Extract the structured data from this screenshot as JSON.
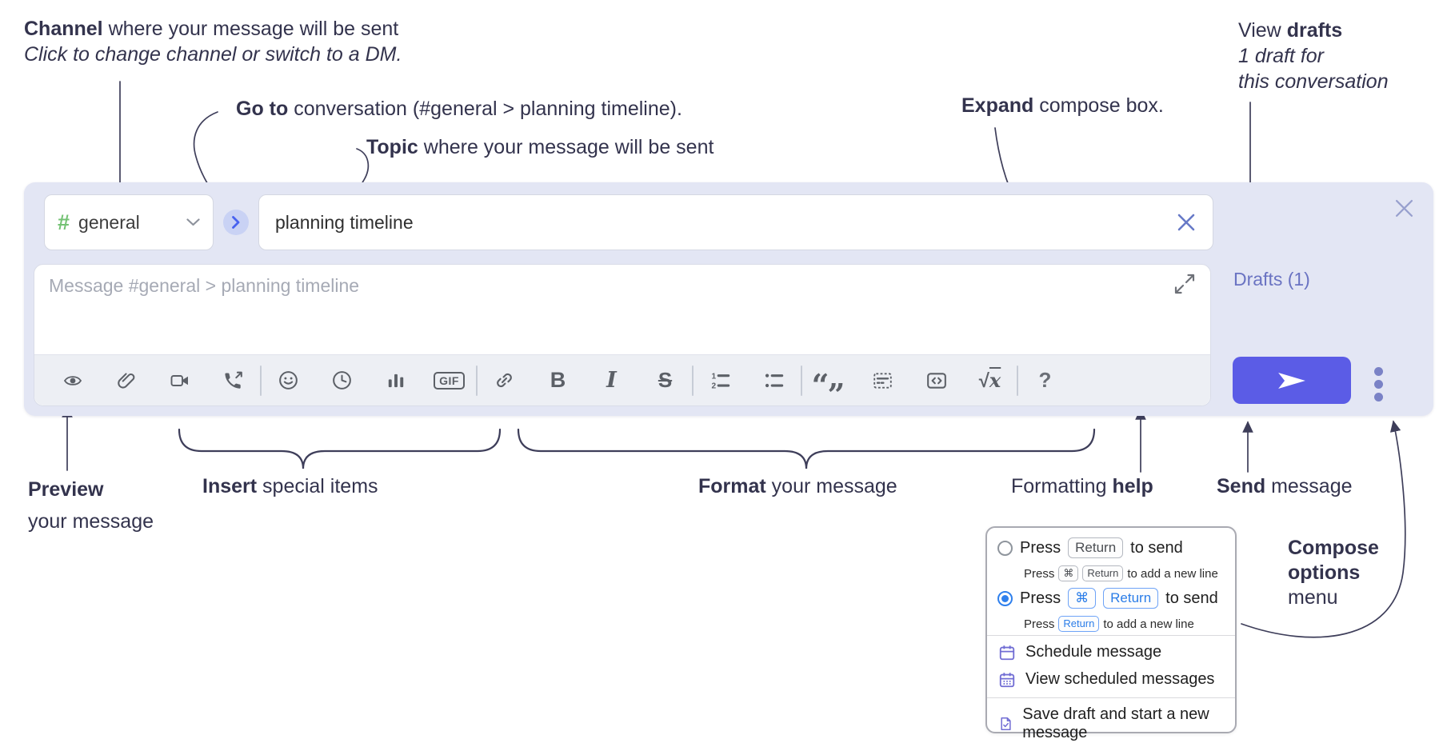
{
  "annotations": {
    "channel": {
      "bold": "Channel",
      "rest": " where your message will be sent",
      "italic": "Click to change channel or switch to a DM."
    },
    "goto": {
      "bold": "Go to",
      "rest": " conversation (#general > planning timeline)."
    },
    "topic": {
      "bold": "Topic",
      "rest": " where your message will be sent"
    },
    "expand": {
      "bold": "Expand",
      "rest": " compose box."
    },
    "drafts": {
      "line1_pre": "View ",
      "line1_bold": "drafts",
      "line2": "1 draft for",
      "line3": "this conversation"
    },
    "preview": {
      "bold": "Preview",
      "line2": "your message"
    },
    "insert": {
      "bold": "Insert",
      "rest": " special items"
    },
    "format": {
      "bold": "Format",
      "rest": " your message"
    },
    "formatting_help": {
      "pre": "Formatting ",
      "bold": "help"
    },
    "send": {
      "bold": "Send",
      "rest": " message"
    },
    "compose_options": {
      "line1": "Compose",
      "line2": "options",
      "line3": "menu"
    }
  },
  "compose": {
    "channel_selector": {
      "hash": "#",
      "name": "general"
    },
    "topic_input": {
      "value": "planning timeline"
    },
    "message_input": {
      "placeholder": "Message #general > planning timeline"
    },
    "drafts_link": "Drafts (1)",
    "toolbar": {
      "gif_label": "GIF",
      "bold_label": "B",
      "italic_label": "I",
      "strike_label": "S",
      "quote_open": "“",
      "quote_close": "”",
      "math_radical": "√",
      "math_x": "x",
      "ol_1": "1",
      "ol_2": "2",
      "help_label": "?"
    }
  },
  "popup": {
    "option1": {
      "press": "Press",
      "key": "Return",
      "suffix": "to send",
      "sub_press": "Press",
      "sub_key1": "⌘",
      "sub_key2": "Return",
      "sub_suffix": "to add a new line"
    },
    "option2": {
      "press": "Press",
      "key1": "⌘",
      "key2": "Return",
      "suffix": "to send",
      "sub_press": "Press",
      "sub_key": "Return",
      "sub_suffix": "to add a new line"
    },
    "items": [
      {
        "label": "Schedule message"
      },
      {
        "label": "View scheduled messages"
      },
      {
        "label": "Save draft and start a new message"
      }
    ]
  },
  "colors": {
    "compose_bg": "#e3e6f4",
    "send_button": "#5b5ce6",
    "drafts_link": "#6a73c2",
    "channel_hash_green": "#74c274",
    "goto_circle_bg": "#c9d2f4",
    "goto_chevron_blue": "#4862ef",
    "radio_selected_blue": "#2f80ed",
    "popup_icon_purple": "#716dd4",
    "annotation_ink": "#33334d"
  }
}
